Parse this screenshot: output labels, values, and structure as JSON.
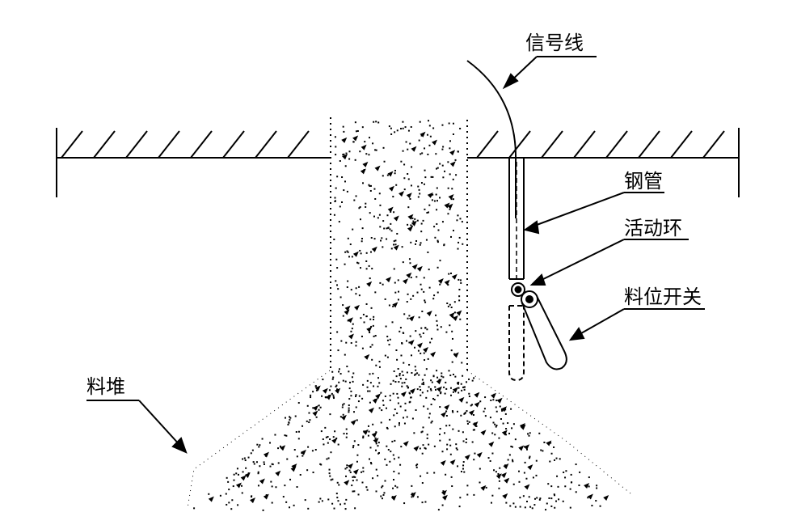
{
  "labels": {
    "signal_wire": "信号线",
    "steel_pipe": "钢管",
    "movable_ring": "活动环",
    "level_switch": "料位开关",
    "material_pile": "料堆"
  },
  "colors": {
    "ink": "#000000",
    "background": "#ffffff"
  }
}
